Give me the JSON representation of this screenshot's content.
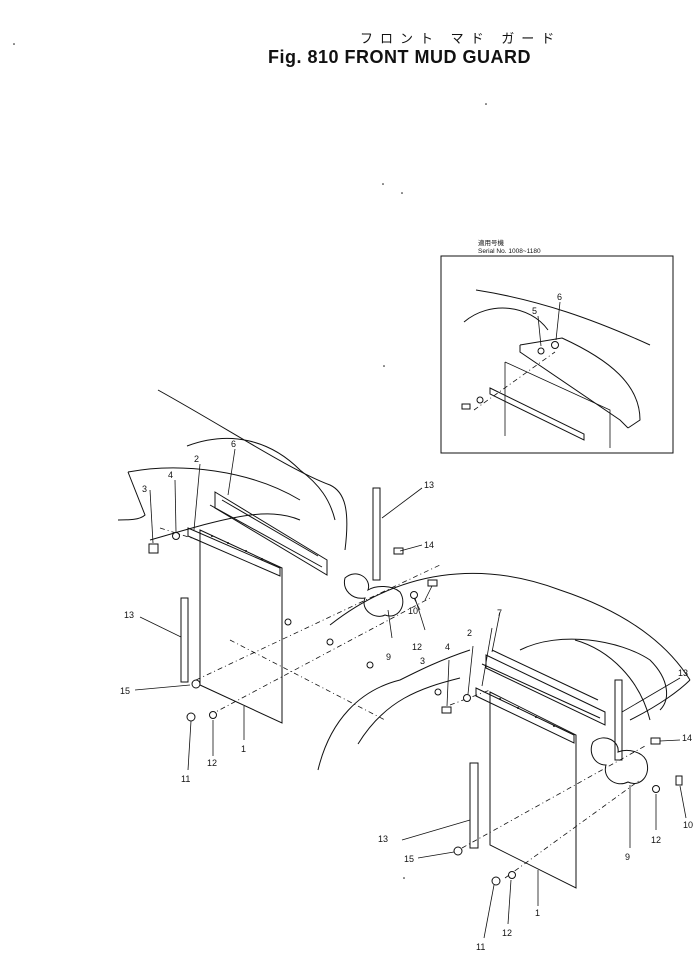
{
  "header": {
    "title_jp": "フロント マド ガード",
    "figure_title": "Fig. 810  FRONT MUD GUARD"
  },
  "inset": {
    "caption_jp": "適用号機",
    "caption_serial": "Serial No. 1008~1180",
    "labels": [
      "5",
      "6"
    ]
  },
  "left_assembly": {
    "labels": {
      "l1": "1",
      "l2": "2",
      "l3": "3",
      "l4": "4",
      "l6": "6",
      "l9": "9",
      "l10": "10",
      "l11": "11",
      "l12a": "12",
      "l12b": "12",
      "l13a": "13",
      "l13b": "13",
      "l14": "14",
      "l15": "15"
    }
  },
  "right_assembly": {
    "labels": {
      "l1": "1",
      "l2": "2",
      "l3": "3",
      "l4": "4",
      "l7": "7",
      "l9": "9",
      "l10": "10",
      "l11": "11",
      "l12a": "12",
      "l12b": "12",
      "l13a": "13",
      "l13b": "13",
      "l14": "14",
      "l15": "15"
    }
  }
}
